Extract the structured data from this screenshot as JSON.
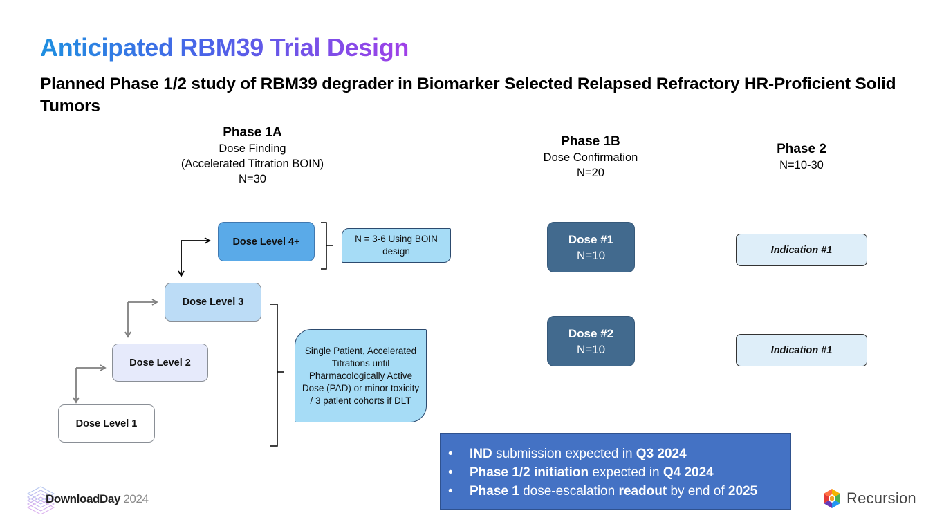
{
  "slide": {
    "title": "Anticipated RBM39 Trial Design",
    "subtitle": "Planned Phase 1/2 study of RBM39 degrader in Biomarker Selected Relapsed Refractory HR-Proficient Solid Tumors"
  },
  "phases": {
    "phase1a": {
      "title": "Phase 1A",
      "lines": [
        "Dose Finding",
        "(Accelerated Titration BOIN)",
        "N=30"
      ]
    },
    "phase1b": {
      "title": "Phase 1B",
      "lines": [
        "Dose Confirmation",
        "N=20"
      ]
    },
    "phase2": {
      "title": "Phase 2",
      "lines": [
        "N=10-30"
      ]
    }
  },
  "dose_levels": [
    {
      "label": "Dose Level 1",
      "color": "#ffffff"
    },
    {
      "label": "Dose Level 2",
      "color": "#e6eafb"
    },
    {
      "label": "Dose Level 3",
      "color": "#bcdcf6"
    },
    {
      "label": "Dose Level 4+",
      "color": "#5aaae8"
    }
  ],
  "notes": {
    "boin": "N = 3-6 Using BOIN design",
    "accelerated": "Single Patient, Accelerated Titrations until Pharmacologically Active Dose (PAD) or minor toxicity / 3 patient cohorts if DLT"
  },
  "phase1b_doses": [
    {
      "name": "Dose #1",
      "n": "N=10"
    },
    {
      "name": "Dose #2",
      "n": "N=10"
    }
  ],
  "phase2_indications": [
    {
      "label": "Indication #1"
    },
    {
      "label": "Indication #1"
    }
  ],
  "milestones": {
    "bullet": "•",
    "items": [
      {
        "parts": [
          {
            "text": "IND",
            "bold": true
          },
          {
            "text": " submission expected in ",
            "bold": false
          },
          {
            "text": "Q3 2024",
            "bold": true
          }
        ]
      },
      {
        "parts": [
          {
            "text": "Phase 1/2 initiation",
            "bold": true
          },
          {
            "text": " expected in ",
            "bold": false
          },
          {
            "text": "Q4 2024",
            "bold": true
          }
        ]
      },
      {
        "parts": [
          {
            "text": "Phase 1",
            "bold": true
          },
          {
            "text": " dose-escalation ",
            "bold": false
          },
          {
            "text": "readout",
            "bold": true
          },
          {
            "text": " by end of ",
            "bold": false
          },
          {
            "text": "2025",
            "bold": true
          }
        ]
      }
    ]
  },
  "footer": {
    "event_name": "DownloadDay",
    "event_year": "2024",
    "company": "Recursion"
  },
  "colors": {
    "title_gradient_start": "#1e8fe0",
    "title_gradient_end": "#a040e8",
    "dose_box": "#426a8e",
    "indication_box": "#deeef9",
    "note_fill": "#a6dcf6",
    "callout_fill": "#4472c4"
  }
}
